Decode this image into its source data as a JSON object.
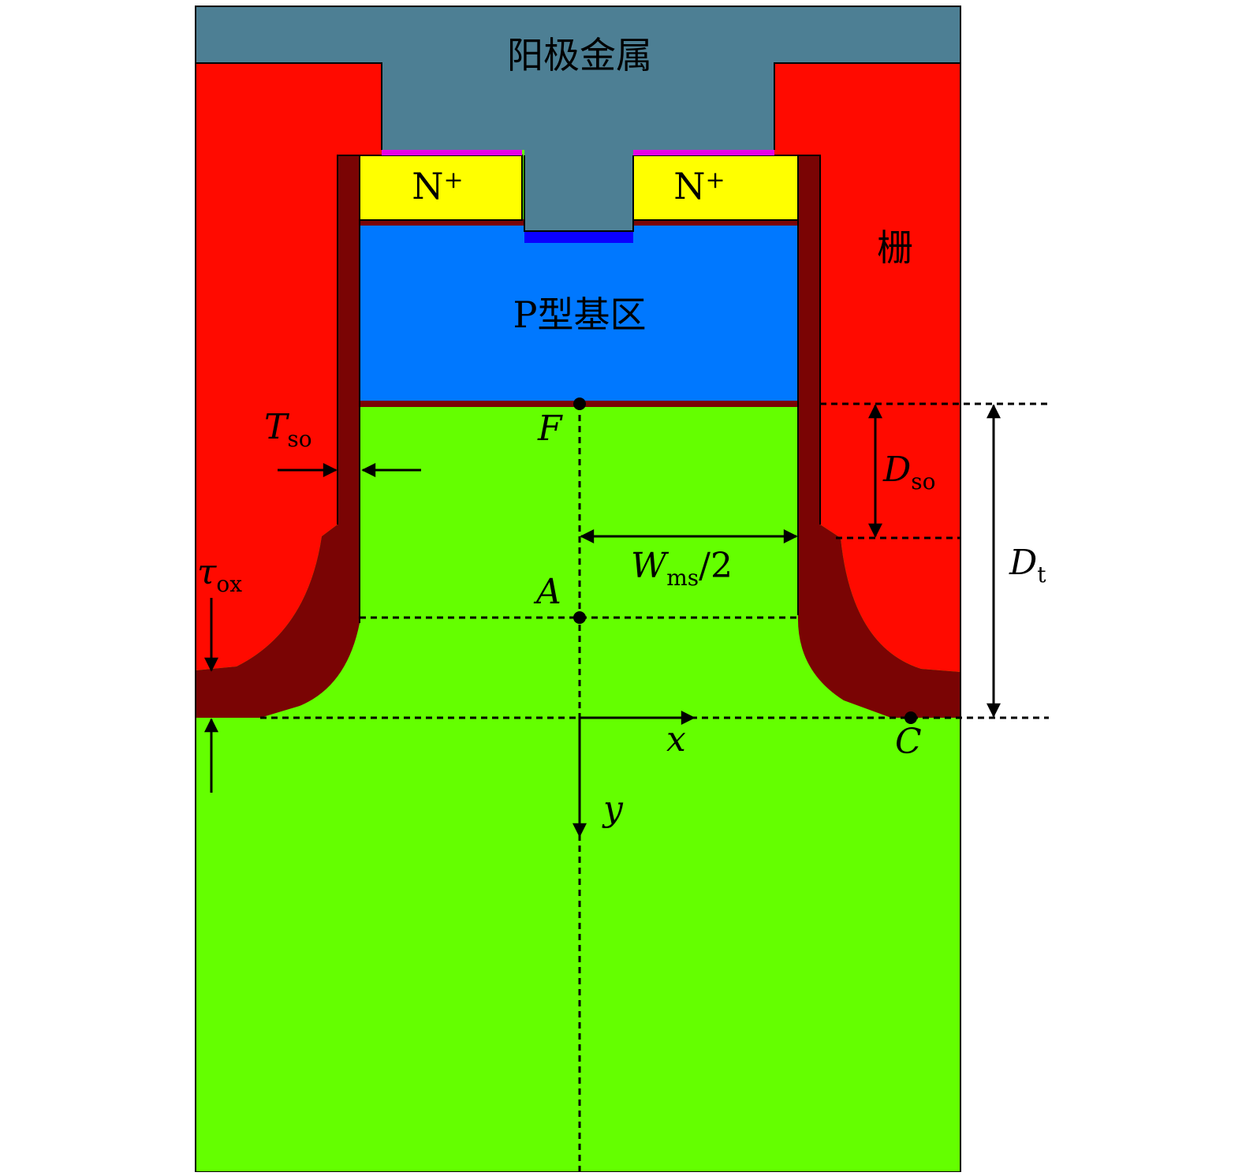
{
  "regions": {
    "anode_metal": "阳极金属",
    "n_plus_left": "N",
    "n_plus_right": "N",
    "plus_sign": "+",
    "gate": "栅",
    "p_base": "P型基区"
  },
  "labels": {
    "T": "T",
    "T_sub": "so",
    "tau": "τ",
    "tau_sub": "ox",
    "D_so": "D",
    "D_so_sub": "so",
    "D_t": "D",
    "D_t_sub": "t",
    "W": "W",
    "W_sub": "ms",
    "W_tail": "/2",
    "F": "F",
    "A": "A",
    "C": "C",
    "x": "x",
    "y": "y"
  },
  "colors": {
    "metal": "#4d7f94",
    "gate": "#ff0a00",
    "oxide": "#7a0404",
    "n_plus": "#ffff00",
    "p_base": "#0078ff",
    "drift": "#64ff00",
    "contact": "#e600e6",
    "p_plus": "#0a00ff"
  }
}
